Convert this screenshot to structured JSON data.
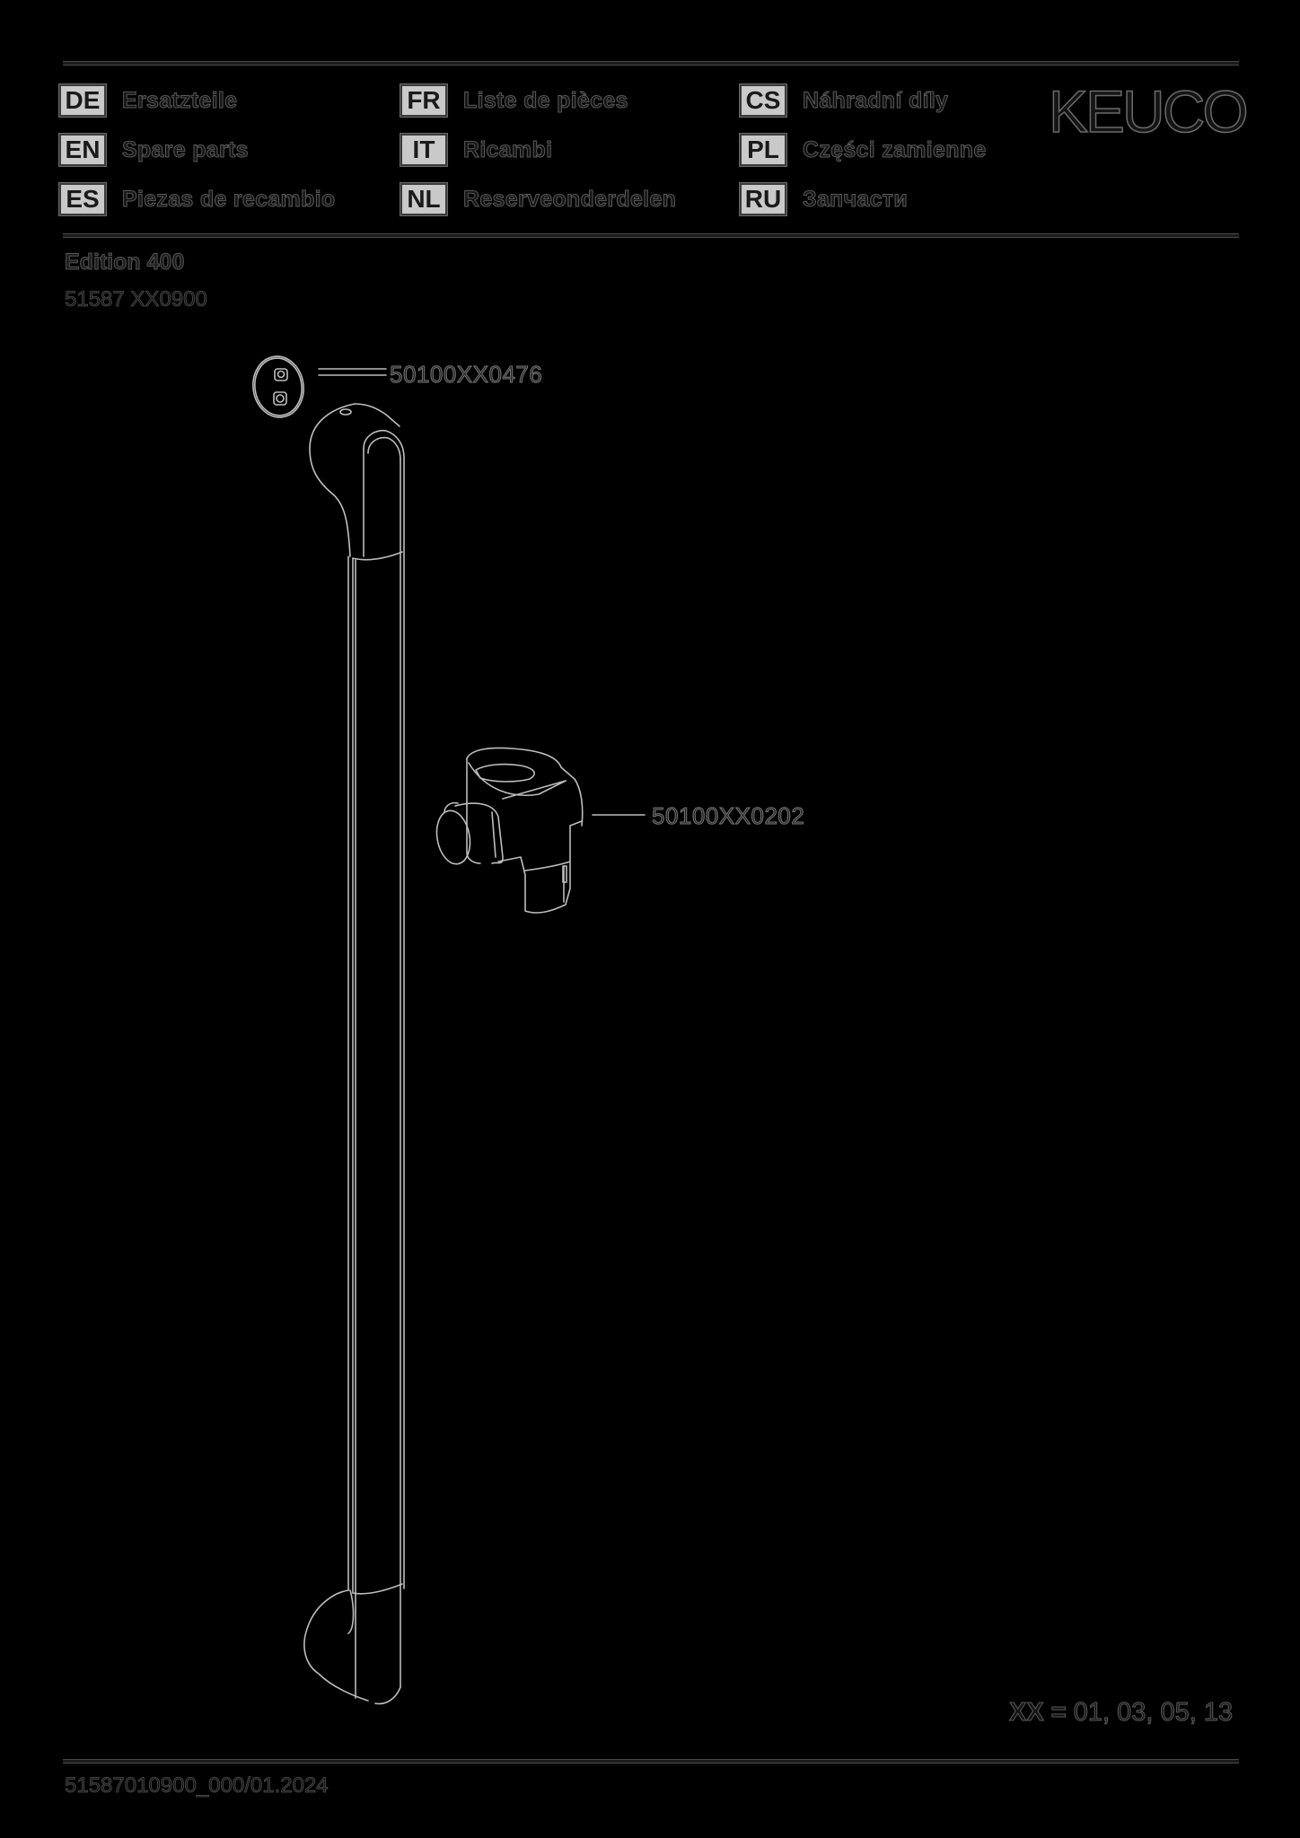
{
  "header": {
    "brand": "KEUCO",
    "languages": [
      {
        "code": "DE",
        "label": "Ersatzteile"
      },
      {
        "code": "EN",
        "label": "Spare parts"
      },
      {
        "code": "ES",
        "label": "Piezas de recambio"
      },
      {
        "code": "FR",
        "label": "Liste de pièces"
      },
      {
        "code": "IT",
        "label": "Ricambi"
      },
      {
        "code": "NL",
        "label": "Reserveonderdelen"
      },
      {
        "code": "CS",
        "label": "Náhradní díly"
      },
      {
        "code": "PL",
        "label": "Części zamienne"
      },
      {
        "code": "RU",
        "label": "Запчасти"
      }
    ]
  },
  "product": {
    "series": "Edition 400",
    "article_number": "51587 XX0900"
  },
  "parts": [
    {
      "number": "50100XX0476",
      "icon": "wall-cover-cap-icon"
    },
    {
      "number": "50100XX0202",
      "icon": "shower-holder-slider-icon"
    }
  ],
  "drawing": {
    "icon": "shower-rail-icon"
  },
  "variants": {
    "key": "XX =",
    "values": "01, 03, 05, 13"
  },
  "footer": {
    "document_id": "51587010900_000/01.2024"
  }
}
